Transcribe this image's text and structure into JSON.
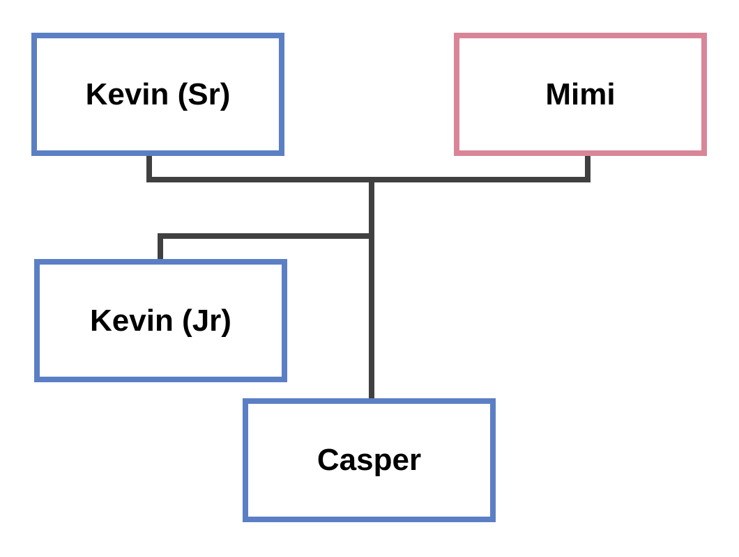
{
  "colors": {
    "male_border": "#5b7fc4",
    "female_border": "#d98598",
    "connector": "#404040",
    "text": "#000000"
  },
  "nodes": {
    "kevin_sr": {
      "label": "Kevin (Sr)",
      "gender": "male"
    },
    "mimi": {
      "label": "Mimi",
      "gender": "female"
    },
    "kevin_jr": {
      "label": "Kevin (Jr)",
      "gender": "male"
    },
    "casper": {
      "label": "Casper",
      "gender": "male"
    }
  },
  "relationships": [
    {
      "type": "partners",
      "members": [
        "kevin_sr",
        "mimi"
      ]
    },
    {
      "type": "parent-child",
      "parents": [
        "kevin_sr",
        "mimi"
      ],
      "children": [
        "kevin_jr",
        "casper"
      ]
    }
  ]
}
